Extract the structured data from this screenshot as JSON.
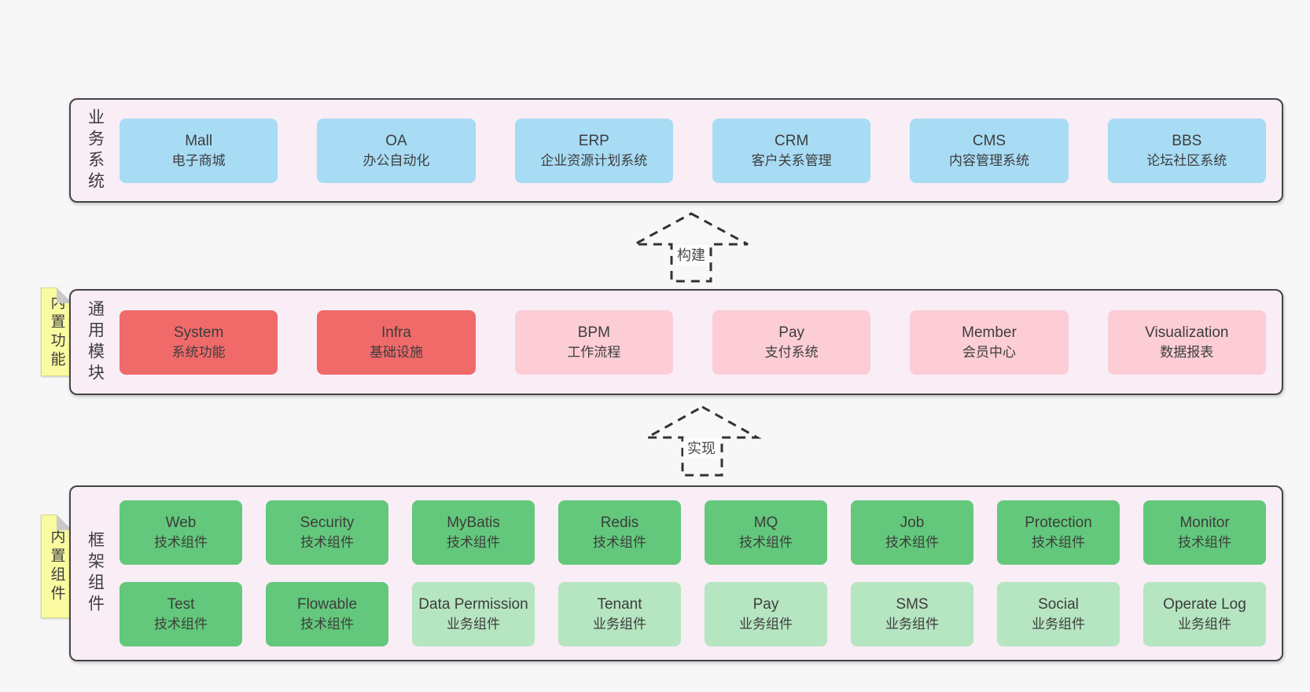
{
  "colors": {
    "page_bg": "#f7f7f7",
    "layer_bg": "#f9edf6",
    "layer_border": "#454545",
    "blue": "#a8dbf4",
    "red": "#f16a6a",
    "pink": "#fccdd5",
    "green": "#63c87b",
    "green_light": "#b6e5c1",
    "note_bg": "#fafaa0",
    "note_border": "#d9d98f",
    "text": "#3d3d3d",
    "arrow": "#333333"
  },
  "layers": [
    {
      "id": "business-systems",
      "label": "业务系统",
      "note": null,
      "rows": [
        [
          {
            "name": "Mall",
            "subtitle": "电子商城",
            "variant": "blue"
          },
          {
            "name": "OA",
            "subtitle": "办公自动化",
            "variant": "blue"
          },
          {
            "name": "ERP",
            "subtitle": "企业资源计划系统",
            "variant": "blue"
          },
          {
            "name": "CRM",
            "subtitle": "客户关系管理",
            "variant": "blue"
          },
          {
            "name": "CMS",
            "subtitle": "内容管理系统",
            "variant": "blue"
          },
          {
            "name": "BBS",
            "subtitle": "论坛社区系统",
            "variant": "blue"
          }
        ]
      ]
    },
    {
      "id": "common-modules",
      "label": "通用模块",
      "note": "内置功能",
      "rows": [
        [
          {
            "name": "System",
            "subtitle": "系统功能",
            "variant": "red"
          },
          {
            "name": "Infra",
            "subtitle": "基础设施",
            "variant": "red"
          },
          {
            "name": "BPM",
            "subtitle": "工作流程",
            "variant": "pink"
          },
          {
            "name": "Pay",
            "subtitle": "支付系统",
            "variant": "pink"
          },
          {
            "name": "Member",
            "subtitle": "会员中心",
            "variant": "pink"
          },
          {
            "name": "Visualization",
            "subtitle": "数据报表",
            "variant": "pink"
          }
        ]
      ]
    },
    {
      "id": "framework-components",
      "label": "框架组件",
      "note": "内置组件",
      "rows": [
        [
          {
            "name": "Web",
            "subtitle": "技术组件",
            "variant": "green"
          },
          {
            "name": "Security",
            "subtitle": "技术组件",
            "variant": "green"
          },
          {
            "name": "MyBatis",
            "subtitle": "技术组件",
            "variant": "green"
          },
          {
            "name": "Redis",
            "subtitle": "技术组件",
            "variant": "green"
          },
          {
            "name": "MQ",
            "subtitle": "技术组件",
            "variant": "green"
          },
          {
            "name": "Job",
            "subtitle": "技术组件",
            "variant": "green"
          },
          {
            "name": "Protection",
            "subtitle": "技术组件",
            "variant": "green"
          },
          {
            "name": "Monitor",
            "subtitle": "技术组件",
            "variant": "green"
          }
        ],
        [
          {
            "name": "Test",
            "subtitle": "技术组件",
            "variant": "green"
          },
          {
            "name": "Flowable",
            "subtitle": "技术组件",
            "variant": "green"
          },
          {
            "name": "Data Permission",
            "subtitle": "业务组件",
            "variant": "green_light"
          },
          {
            "name": "Tenant",
            "subtitle": "业务组件",
            "variant": "green_light"
          },
          {
            "name": "Pay",
            "subtitle": "业务组件",
            "variant": "green_light"
          },
          {
            "name": "SMS",
            "subtitle": "业务组件",
            "variant": "green_light"
          },
          {
            "name": "Social",
            "subtitle": "业务组件",
            "variant": "green_light"
          },
          {
            "name": "Operate Log",
            "subtitle": "业务组件",
            "variant": "green_light"
          }
        ]
      ]
    }
  ],
  "arrows": [
    {
      "label": "构建"
    },
    {
      "label": "实现"
    }
  ]
}
